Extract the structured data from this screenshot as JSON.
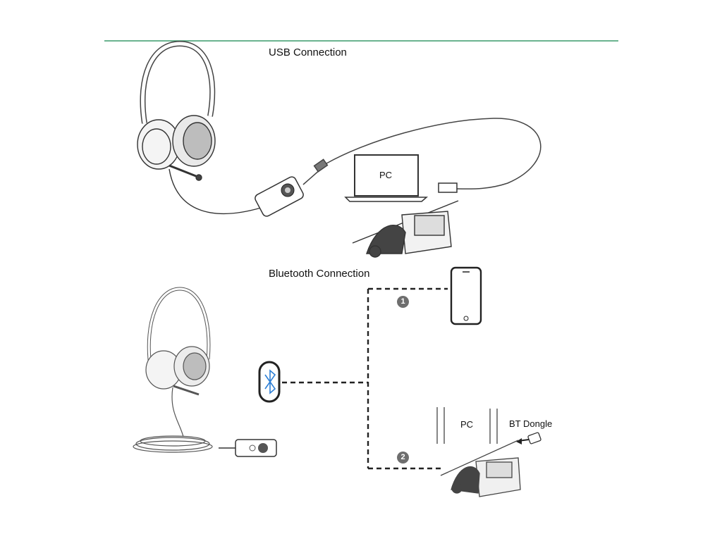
{
  "usb_section": {
    "title": "USB Connection",
    "pc_label": "PC"
  },
  "bluetooth_section": {
    "title": "Bluetooth Connection",
    "step_1": "1",
    "step_2": "2",
    "pc_label": "PC",
    "dongle_label": "BT Dongle"
  },
  "colors": {
    "divider": "#3a9a6a",
    "line": "#333333",
    "badge": "#6e6e6e"
  }
}
